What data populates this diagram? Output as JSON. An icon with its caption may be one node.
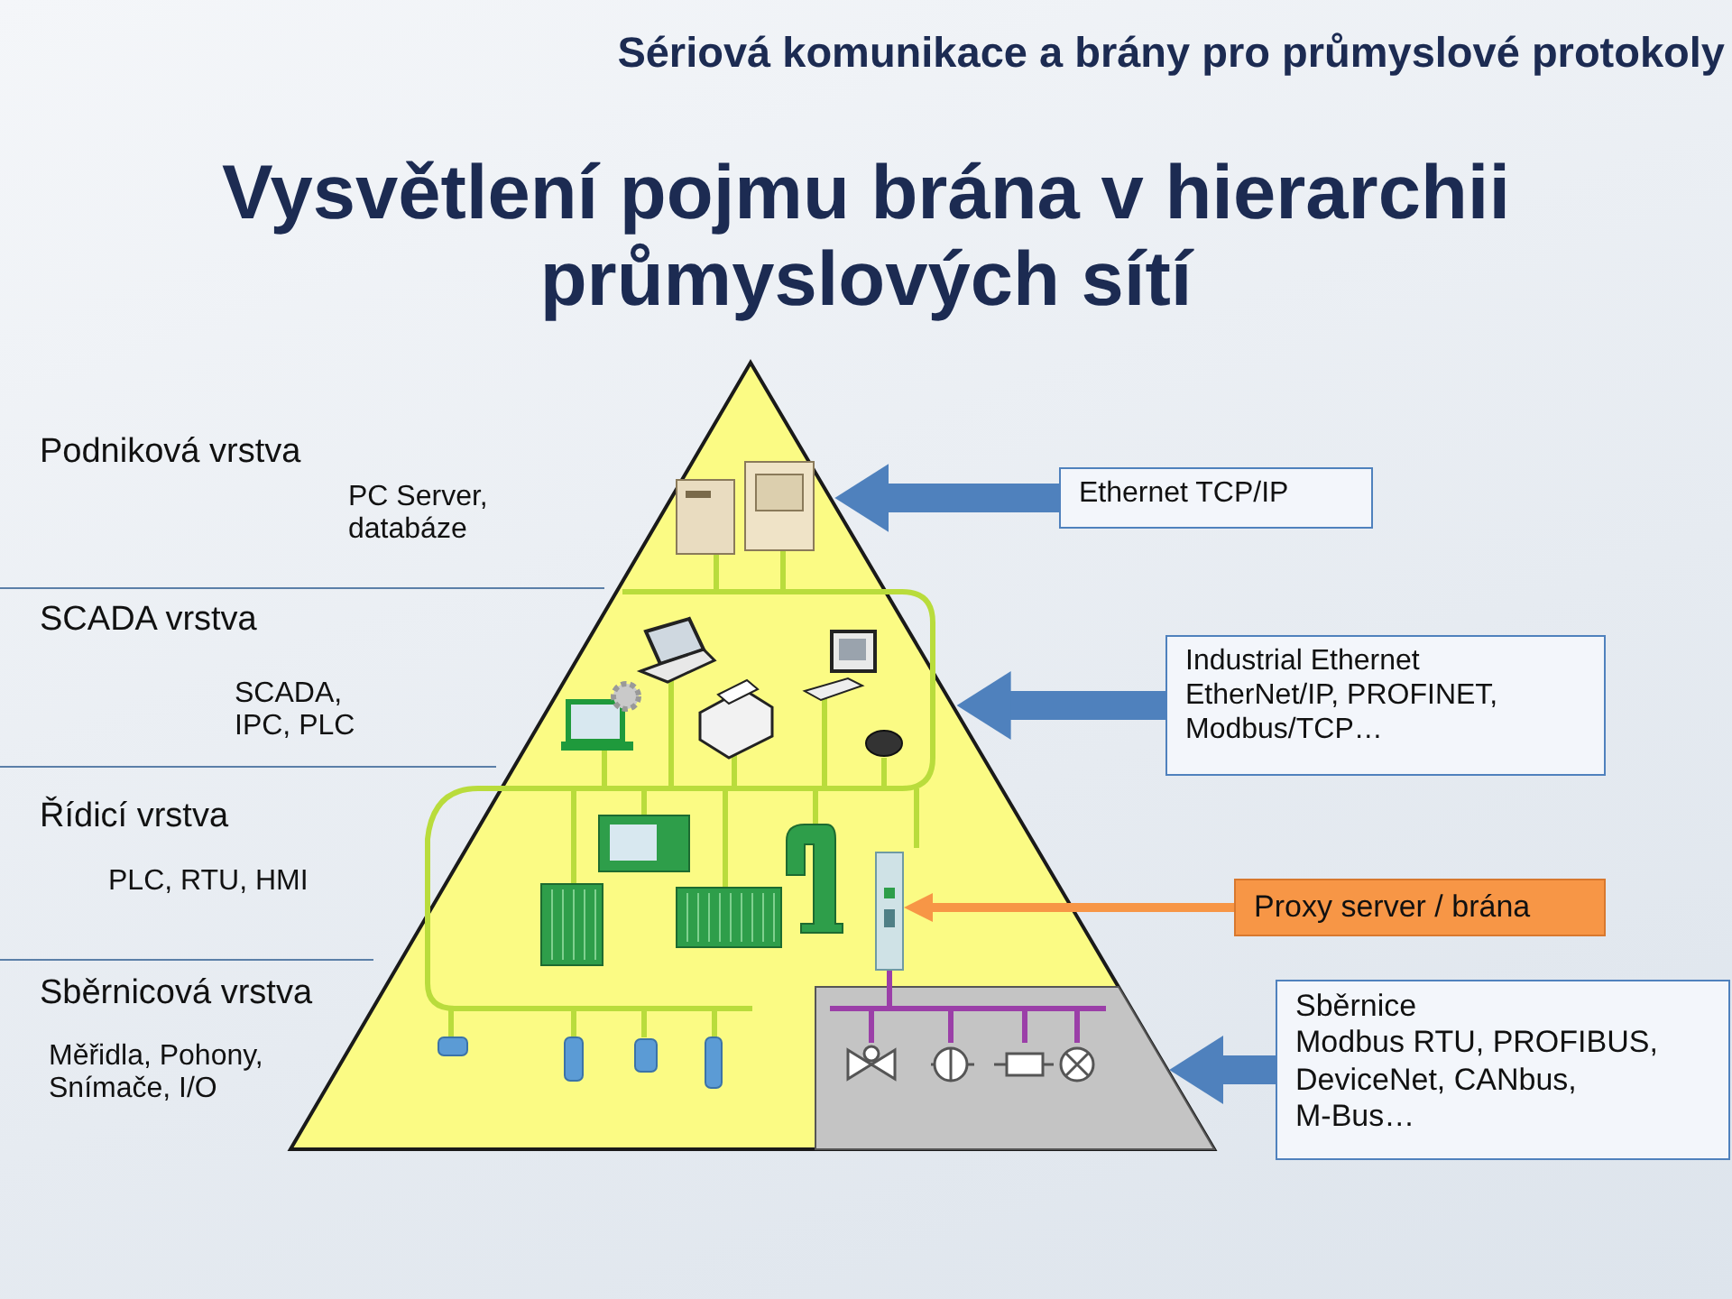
{
  "diagram": {
    "title": "Vysvětlení pojmu brána v hierarchii průmyslových sítí",
    "nodes": [
      {
        "text": [],
        "shape": "picture"
      },
      {
        "text": [],
        "shape": "picture",
        "in": 0
      },
      {
        "text": [],
        "shape": "box",
        "in": 0
      },
      {
        "text": [
          "Ethernet TCP/IP"
        ]
      },
      {
        "text": [
          "Industrial Ethernet",
          "EtherNet/IP, PROFINET, Modbus/TCP…"
        ]
      },
      {
        "text": [
          "Proxy server / brána"
        ]
      },
      {
        "text": [
          "Sběrnice",
          "Modbus RTU, PROFIBUS, DeviceNet, CANbus, M-Bus…"
        ]
      }
    ],
    "edges": [
      {
        "from": 3,
        "to": 0,
        "arrow": "to",
        "style": "thick"
      },
      {
        "from": 4,
        "to": 0,
        "arrow": "to",
        "style": "thick"
      },
      {
        "from": 5,
        "to": 1,
        "arrow": "to",
        "color": "#f79646"
      },
      {
        "from": 6,
        "to": 2,
        "arrow": "to",
        "style": "thick"
      },
      {
        "from": 1,
        "to": 2,
        "arrow": "none",
        "color": "#9b3fa8"
      }
    ],
    "labels": [
      "Sériová komunikace a brány pro průmyslové protokoly",
      "Podniková vrstva",
      "PC Server, databáze",
      "SCADA vrstva",
      "SCADA, IPC, PLC",
      "Řídicí vrstva",
      "PLC, RTU, HMI",
      "Sběrnicová vrstva",
      "Měřidla, Pohony, Snímače, I/O"
    ]
  }
}
